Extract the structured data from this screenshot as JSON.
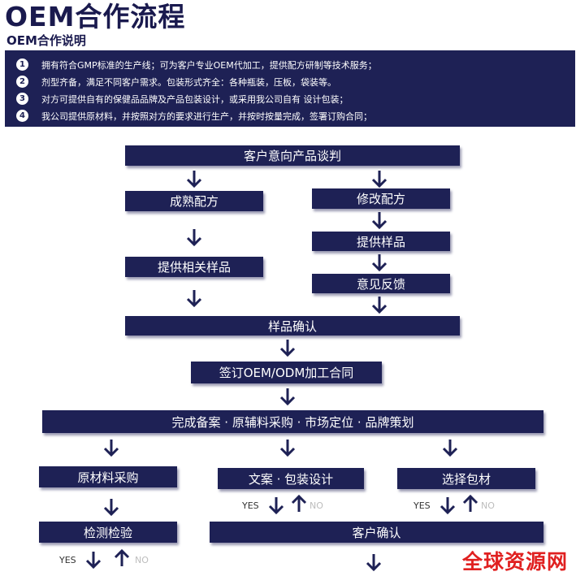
{
  "header": {
    "title": "OEM合作流程",
    "subtitle": "OEM合作说明"
  },
  "notes": [
    {
      "num": "1",
      "text": "拥有符合GMP标准的生产线；可为客户专业OEM代加工，提供配方研制等技术服务；"
    },
    {
      "num": "2",
      "text": "剂型齐备，满足不同客户需求。包装形式齐全：各种瓶装，压板，袋装等。"
    },
    {
      "num": "3",
      "text": "对方可提供自有的保健品品牌及产品包装设计，或采用我公司自有 设计包装；"
    },
    {
      "num": "4",
      "text": "我公司提供原材料，并按照对方的要求进行生产，并按时按量完成，签署订购合同；"
    }
  ],
  "flow": {
    "negotiation": "客户意向产品谈判",
    "mature_formula": "成熟配方",
    "modify_formula": "修改配方",
    "provide_samples_left": "提供相关样品",
    "provide_samples_right": "提供样品",
    "feedback": "意见反馈",
    "sample_confirm": "样品确认",
    "sign_contract": "签订OEM/ODM加工合同",
    "prep_steps": "完成备案 · 原辅料采购 · 市场定位 · 品牌策划",
    "raw_purchase": "原材料采购",
    "copy_design": "文案 · 包装设计",
    "choose_pack": "选择包材",
    "inspection": "检测检验",
    "customer_confirm": "客户确认"
  },
  "yesno": {
    "yes": "YES",
    "no": "NO"
  },
  "watermark": "全球资源网",
  "colors": {
    "box": "#1e2155",
    "watermark": "#e02020",
    "no": "#bdbdbd"
  }
}
